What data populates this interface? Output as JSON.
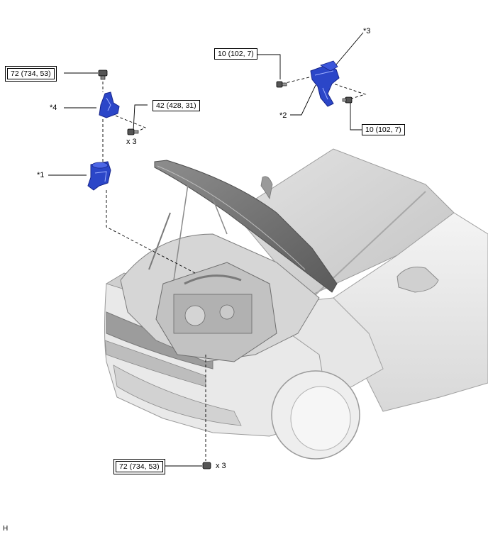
{
  "callouts": {
    "c1": "*1",
    "c2": "*2",
    "c3": "*3",
    "c4": "*4"
  },
  "torques": {
    "t_top_left": "72 (734, 53)",
    "t_bracket": "42 (428, 31)",
    "t_top_right": "10 (102, 7)",
    "t_right_lower": "10 (102, 7)",
    "t_bottom": "72 (734, 53)"
  },
  "quantities": {
    "q_bracket": "x 3",
    "q_bottom": "x 3"
  },
  "corner_mark": "H",
  "colors": {
    "part_blue": "#2b46c8",
    "part_blue_dark": "#16248a",
    "line": "#000000",
    "vehicle_gray": "#b9b9b9"
  }
}
